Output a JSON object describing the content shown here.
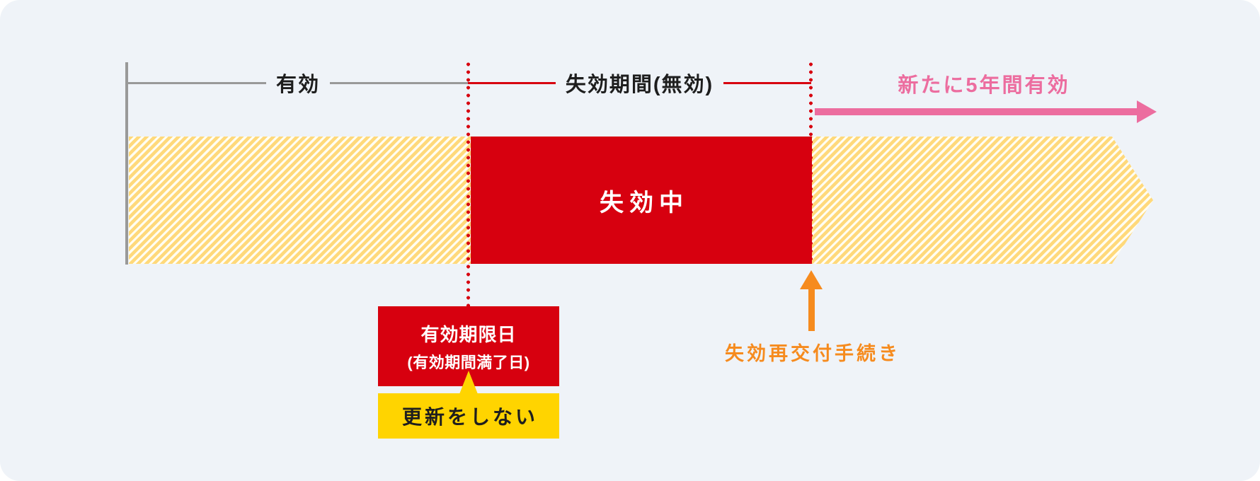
{
  "diagram": {
    "top_axis": {
      "valid_label": "有効",
      "invalid_label": "失効期間(無効)",
      "renewed_label": "新たに5年間有効"
    },
    "band": {
      "expired_label": "失効中"
    },
    "callouts": {
      "expiry_date_line1": "有効期限日",
      "expiry_date_line2": "(有効期間満了日)",
      "no_renewal": "更新をしない",
      "reissue_procedure": "失効再交付手続き"
    },
    "colors": {
      "background": "#EFF3F8",
      "red": "#D7000F",
      "band_yellow": "#FFD97B",
      "band_stripe": "#FFFDF2",
      "box_yellow": "#FFD400",
      "pink": "#EC6D9F",
      "orange": "#F68B1E",
      "gray_line": "#999999",
      "text_dark": "#1E1E1E"
    }
  }
}
